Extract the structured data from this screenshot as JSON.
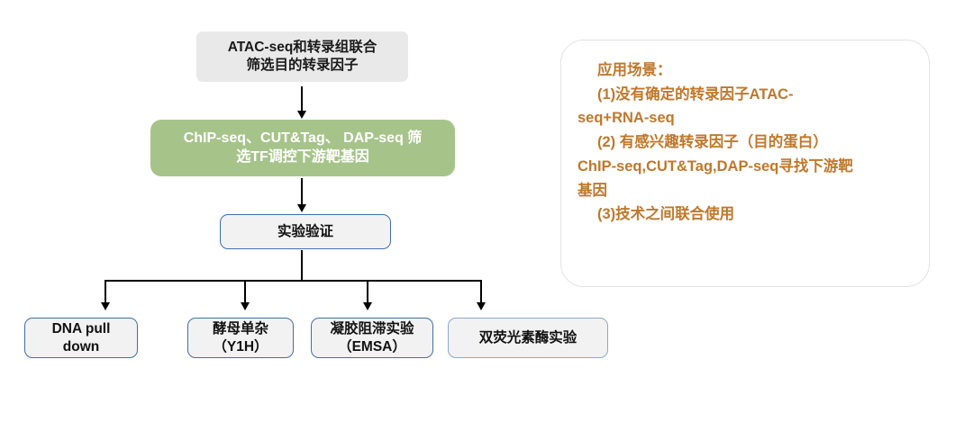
{
  "diagram": {
    "title": "ATAC-seq / transcription factor screening workflow",
    "colors": {
      "gray_fill": "#e9e9e9",
      "green_fill": "#a6c48a",
      "blue_border": "#3f6fad",
      "blue_border_soft": "#8aa9cf",
      "box_fill": "#f2f2f2",
      "arrow": "#000000",
      "panel_border": "#e2e2e2",
      "accent_orange": "#c0782b"
    },
    "flow": {
      "step1": {
        "line1": "ATAC-seq和转录组联合",
        "line2": "筛选目的转录因子"
      },
      "step2": {
        "line1": "ChIP-seq、CUT&Tag、 DAP-seq      筛",
        "line2": "选TF调控下游靶基因"
      },
      "step3": {
        "line1": "实验验证"
      },
      "methods": [
        {
          "line1": "DNA pull down",
          "line2": ""
        },
        {
          "line1": "酵母单杂",
          "line2": "（Y1H）"
        },
        {
          "line1": "凝胶阻滞实验",
          "line2": "（EMSA）"
        },
        {
          "line1": "双荧光素酶实验",
          "line2": ""
        }
      ]
    },
    "info_panel": {
      "heading": "应用场景：",
      "lines": [
        "(1)没有确定的转录因子ATAC-",
        "seq+RNA-seq",
        "(2) 有感兴趣转录因子（目的蛋白）",
        "ChIP-seq,CUT&Tag,DAP-seq寻找下游靶",
        "基因",
        "(3)技术之间联合使用"
      ]
    }
  }
}
